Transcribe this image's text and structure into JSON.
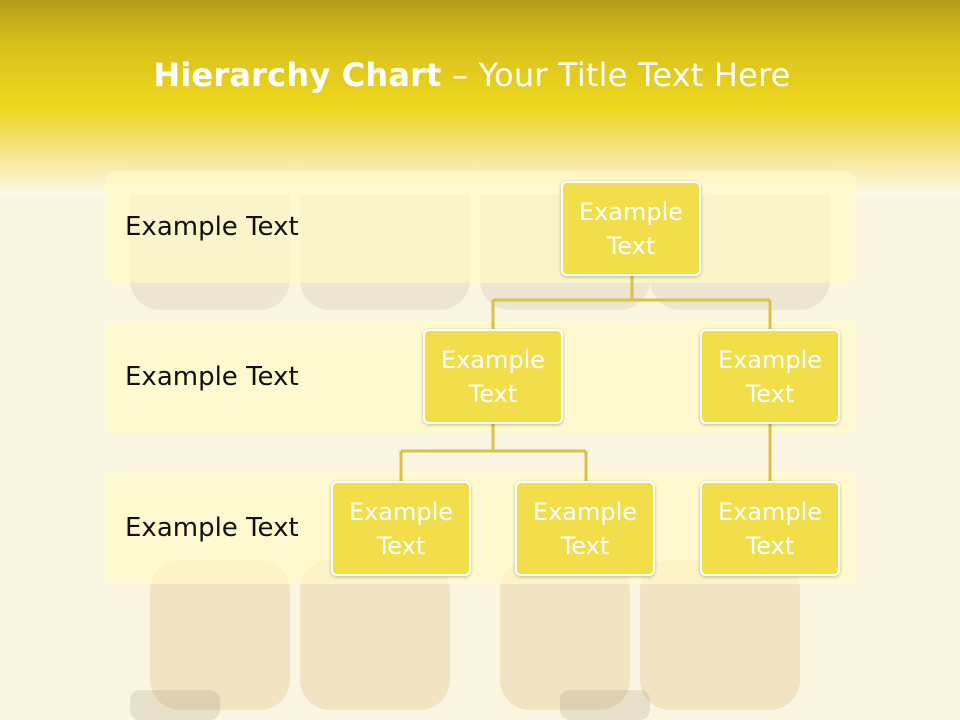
{
  "slide": {
    "title_bold": "Hierarchy Chart",
    "title_rest": " – Your Title Text Here"
  },
  "levels": [
    {
      "label": "Example Text"
    },
    {
      "label": "Example Text"
    },
    {
      "label": "Example Text"
    }
  ],
  "nodes": [
    {
      "label": "Example Text"
    },
    {
      "label": "Example Text"
    },
    {
      "label": "Example Text"
    },
    {
      "label": "Example Text"
    },
    {
      "label": "Example Text"
    },
    {
      "label": "Example Text"
    }
  ],
  "colors": {
    "header": "#e8d11e",
    "node_fill": "#f2de4a",
    "connector": "#d8c24a",
    "band": "#fff8c8"
  }
}
